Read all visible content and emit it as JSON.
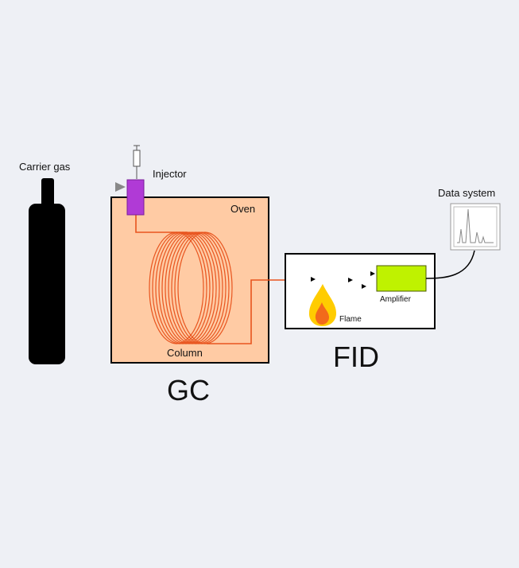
{
  "labels": {
    "carrier_gas": "Carrier gas",
    "injector": "Injector",
    "oven": "Oven",
    "column": "Column",
    "gc": "GC",
    "fid": "FID",
    "flame": "Flame",
    "amplifier": "Amplifier",
    "data_system": "Data system"
  },
  "colors": {
    "background": "#eef0f5",
    "oven_fill": "#ffcba4",
    "column_coil": "#e8541e",
    "injector": "#b03ad6",
    "amplifier": "#bff200",
    "cylinder": "#000000",
    "flame_outer": "#ffcc00",
    "flame_inner": "#f26a1b"
  },
  "icons": [
    "gas-cylinder-icon",
    "syringe-icon",
    "flame-icon",
    "chromatogram-icon"
  ]
}
